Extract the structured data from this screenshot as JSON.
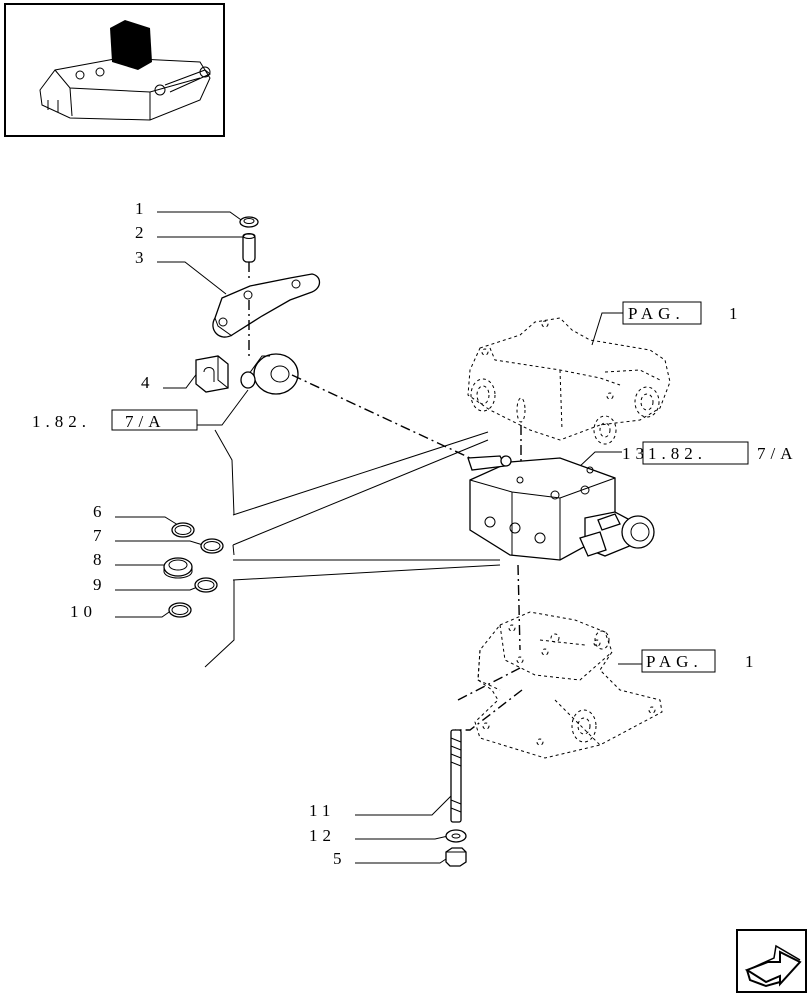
{
  "callouts": {
    "c1": "1",
    "c2": "2",
    "c3": "3",
    "c4": "4",
    "c6": "6",
    "c7": "7",
    "c8": "8",
    "c9": "9",
    "c10": "10",
    "c11": "11",
    "c12": "12",
    "c5": "5"
  },
  "references": {
    "ref_left": "1.82.7/A",
    "ref_left_boxed": "7/A",
    "ref_left_prefix": "1.82.",
    "ref_mid_prefix": "13",
    "ref_mid_boxed": "1.82.",
    "ref_mid_suffix": "7/A",
    "pag_top_boxed": "PAG.",
    "pag_top_num": "1",
    "pag_bottom_boxed": "PAG.",
    "pag_bottom_num": "1"
  },
  "icons": {
    "thumbnail": "assembly-thumbnail-icon",
    "nav": "next-page-arrow-icon"
  }
}
